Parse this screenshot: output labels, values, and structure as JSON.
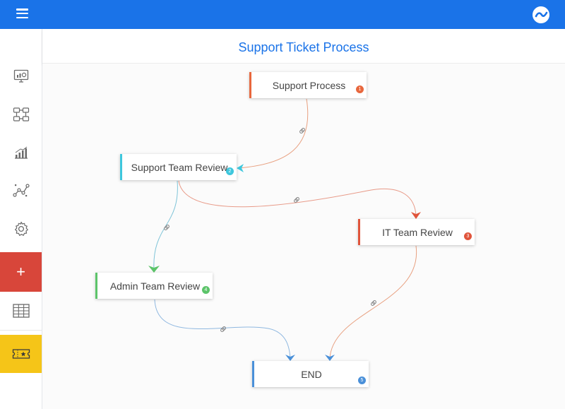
{
  "app": {
    "title": "Support Ticket Process",
    "menu_icon": "hamburger-menu-icon",
    "logo_icon": "brand-wave-logo"
  },
  "sidebar": {
    "items": [
      {
        "icon": "monitor-dashboard-icon"
      },
      {
        "icon": "workflow-flowchart-icon"
      },
      {
        "icon": "bar-chart-icon"
      },
      {
        "icon": "scatter-line-chart-icon"
      },
      {
        "icon": "gear-icon"
      },
      {
        "icon": "plus-icon",
        "label": "+"
      },
      {
        "icon": "table-grid-icon"
      },
      {
        "icon": "ticket-icon"
      }
    ]
  },
  "nodes": [
    {
      "label": "Support Process",
      "badge": "1",
      "color": "#e8673d"
    },
    {
      "label": "Support Team Review",
      "badge": "2",
      "color": "#3ec7dd"
    },
    {
      "label": "IT Team Review",
      "badge": "3",
      "color": "#e0543b"
    },
    {
      "label": "Admin Team Review",
      "badge": "4",
      "color": "#5cc46a"
    },
    {
      "label": "END",
      "badge": "5",
      "color": "#4a90d9"
    }
  ],
  "colors": {
    "topbar": "#1a73e8",
    "title": "#1a73e8",
    "add_button": "#d8463a",
    "ticket_button": "#f5c518"
  }
}
